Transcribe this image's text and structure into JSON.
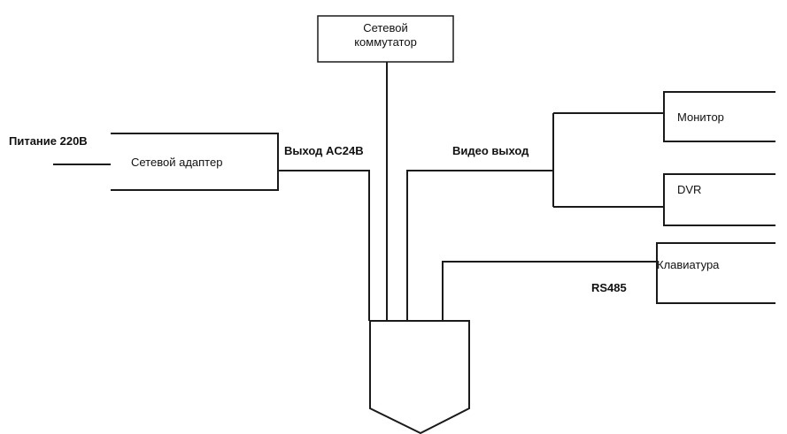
{
  "diagram": {
    "switch": {
      "line1": "Сетевой",
      "line2": "коммутатор"
    },
    "power_label": "Питание 220В",
    "adapter_label": "Сетевой адаптер",
    "ac_out_label": "Выход AC24В",
    "video_out_label": "Видео выход",
    "monitor_label": "Монитор",
    "dvr_label": "DVR",
    "keyboard_label": "Клавиатура",
    "rs485_label": "RS485"
  }
}
